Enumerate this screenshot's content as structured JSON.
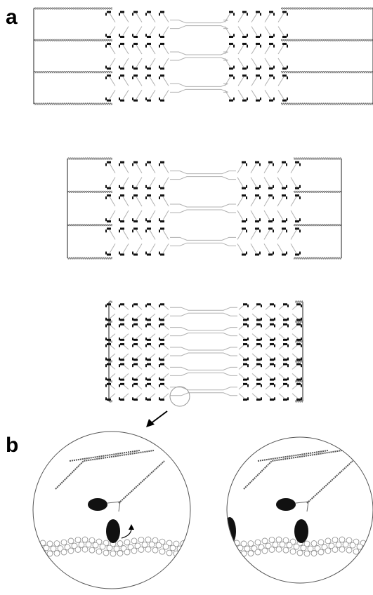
{
  "labels": {
    "panel_a": "a",
    "panel_b": "b"
  },
  "colors": {
    "line": "#444444",
    "thick_filament": "#b0b0b0",
    "myosin_head": "#111111",
    "actin_bead": "#ffffff",
    "actin_bead_stroke": "#888888",
    "circle": "#555555"
  },
  "icons": [
    "sarcomere-diagram",
    "magnifier-circle-icon",
    "arrow-down-left-icon",
    "curved-arrow-icon"
  ]
}
